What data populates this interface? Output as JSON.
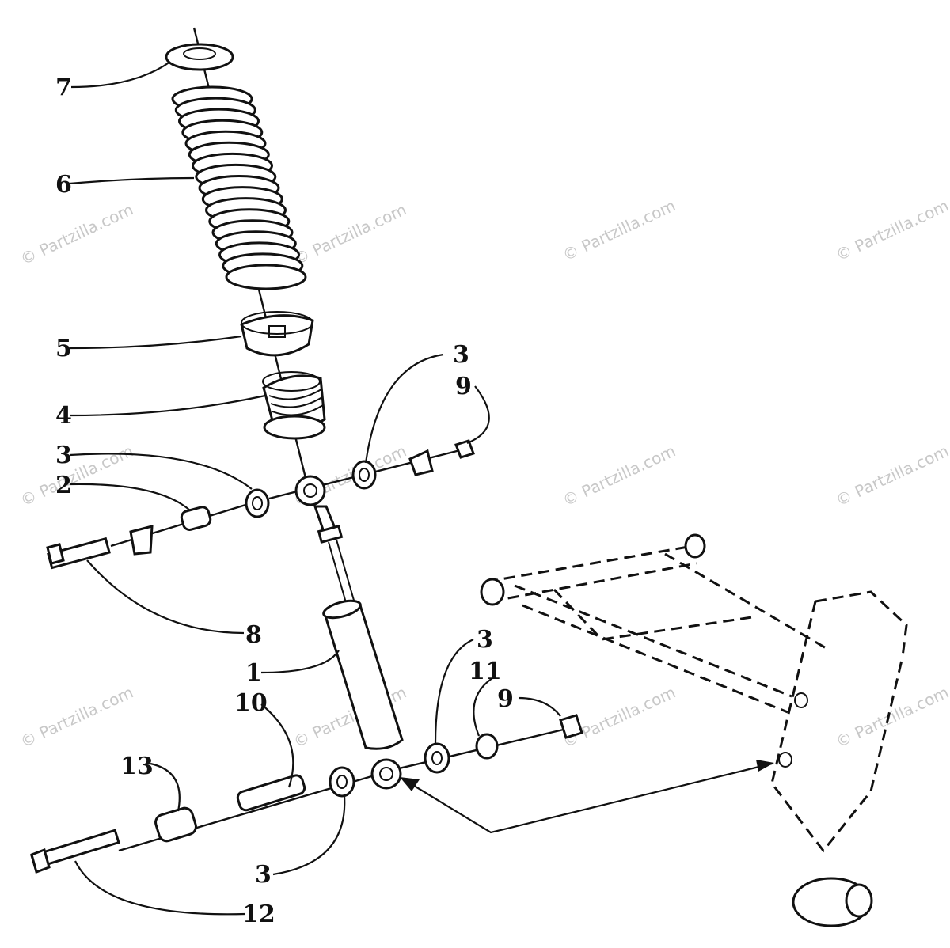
{
  "watermark": "© Partzilla.com",
  "callouts": [
    {
      "id": "c7",
      "label": "7"
    },
    {
      "id": "c6",
      "label": "6"
    },
    {
      "id": "c5",
      "label": "5"
    },
    {
      "id": "c4",
      "label": "4"
    },
    {
      "id": "c3a",
      "label": "3"
    },
    {
      "id": "c2",
      "label": "2"
    },
    {
      "id": "c3b",
      "label": "3"
    },
    {
      "id": "c9a",
      "label": "9"
    },
    {
      "id": "c8",
      "label": "8"
    },
    {
      "id": "c1",
      "label": "1"
    },
    {
      "id": "c10",
      "label": "10"
    },
    {
      "id": "c3c",
      "label": "3"
    },
    {
      "id": "c11",
      "label": "11"
    },
    {
      "id": "c9b",
      "label": "9"
    },
    {
      "id": "c13",
      "label": "13"
    },
    {
      "id": "c3d",
      "label": "3"
    },
    {
      "id": "c12",
      "label": "12"
    }
  ]
}
